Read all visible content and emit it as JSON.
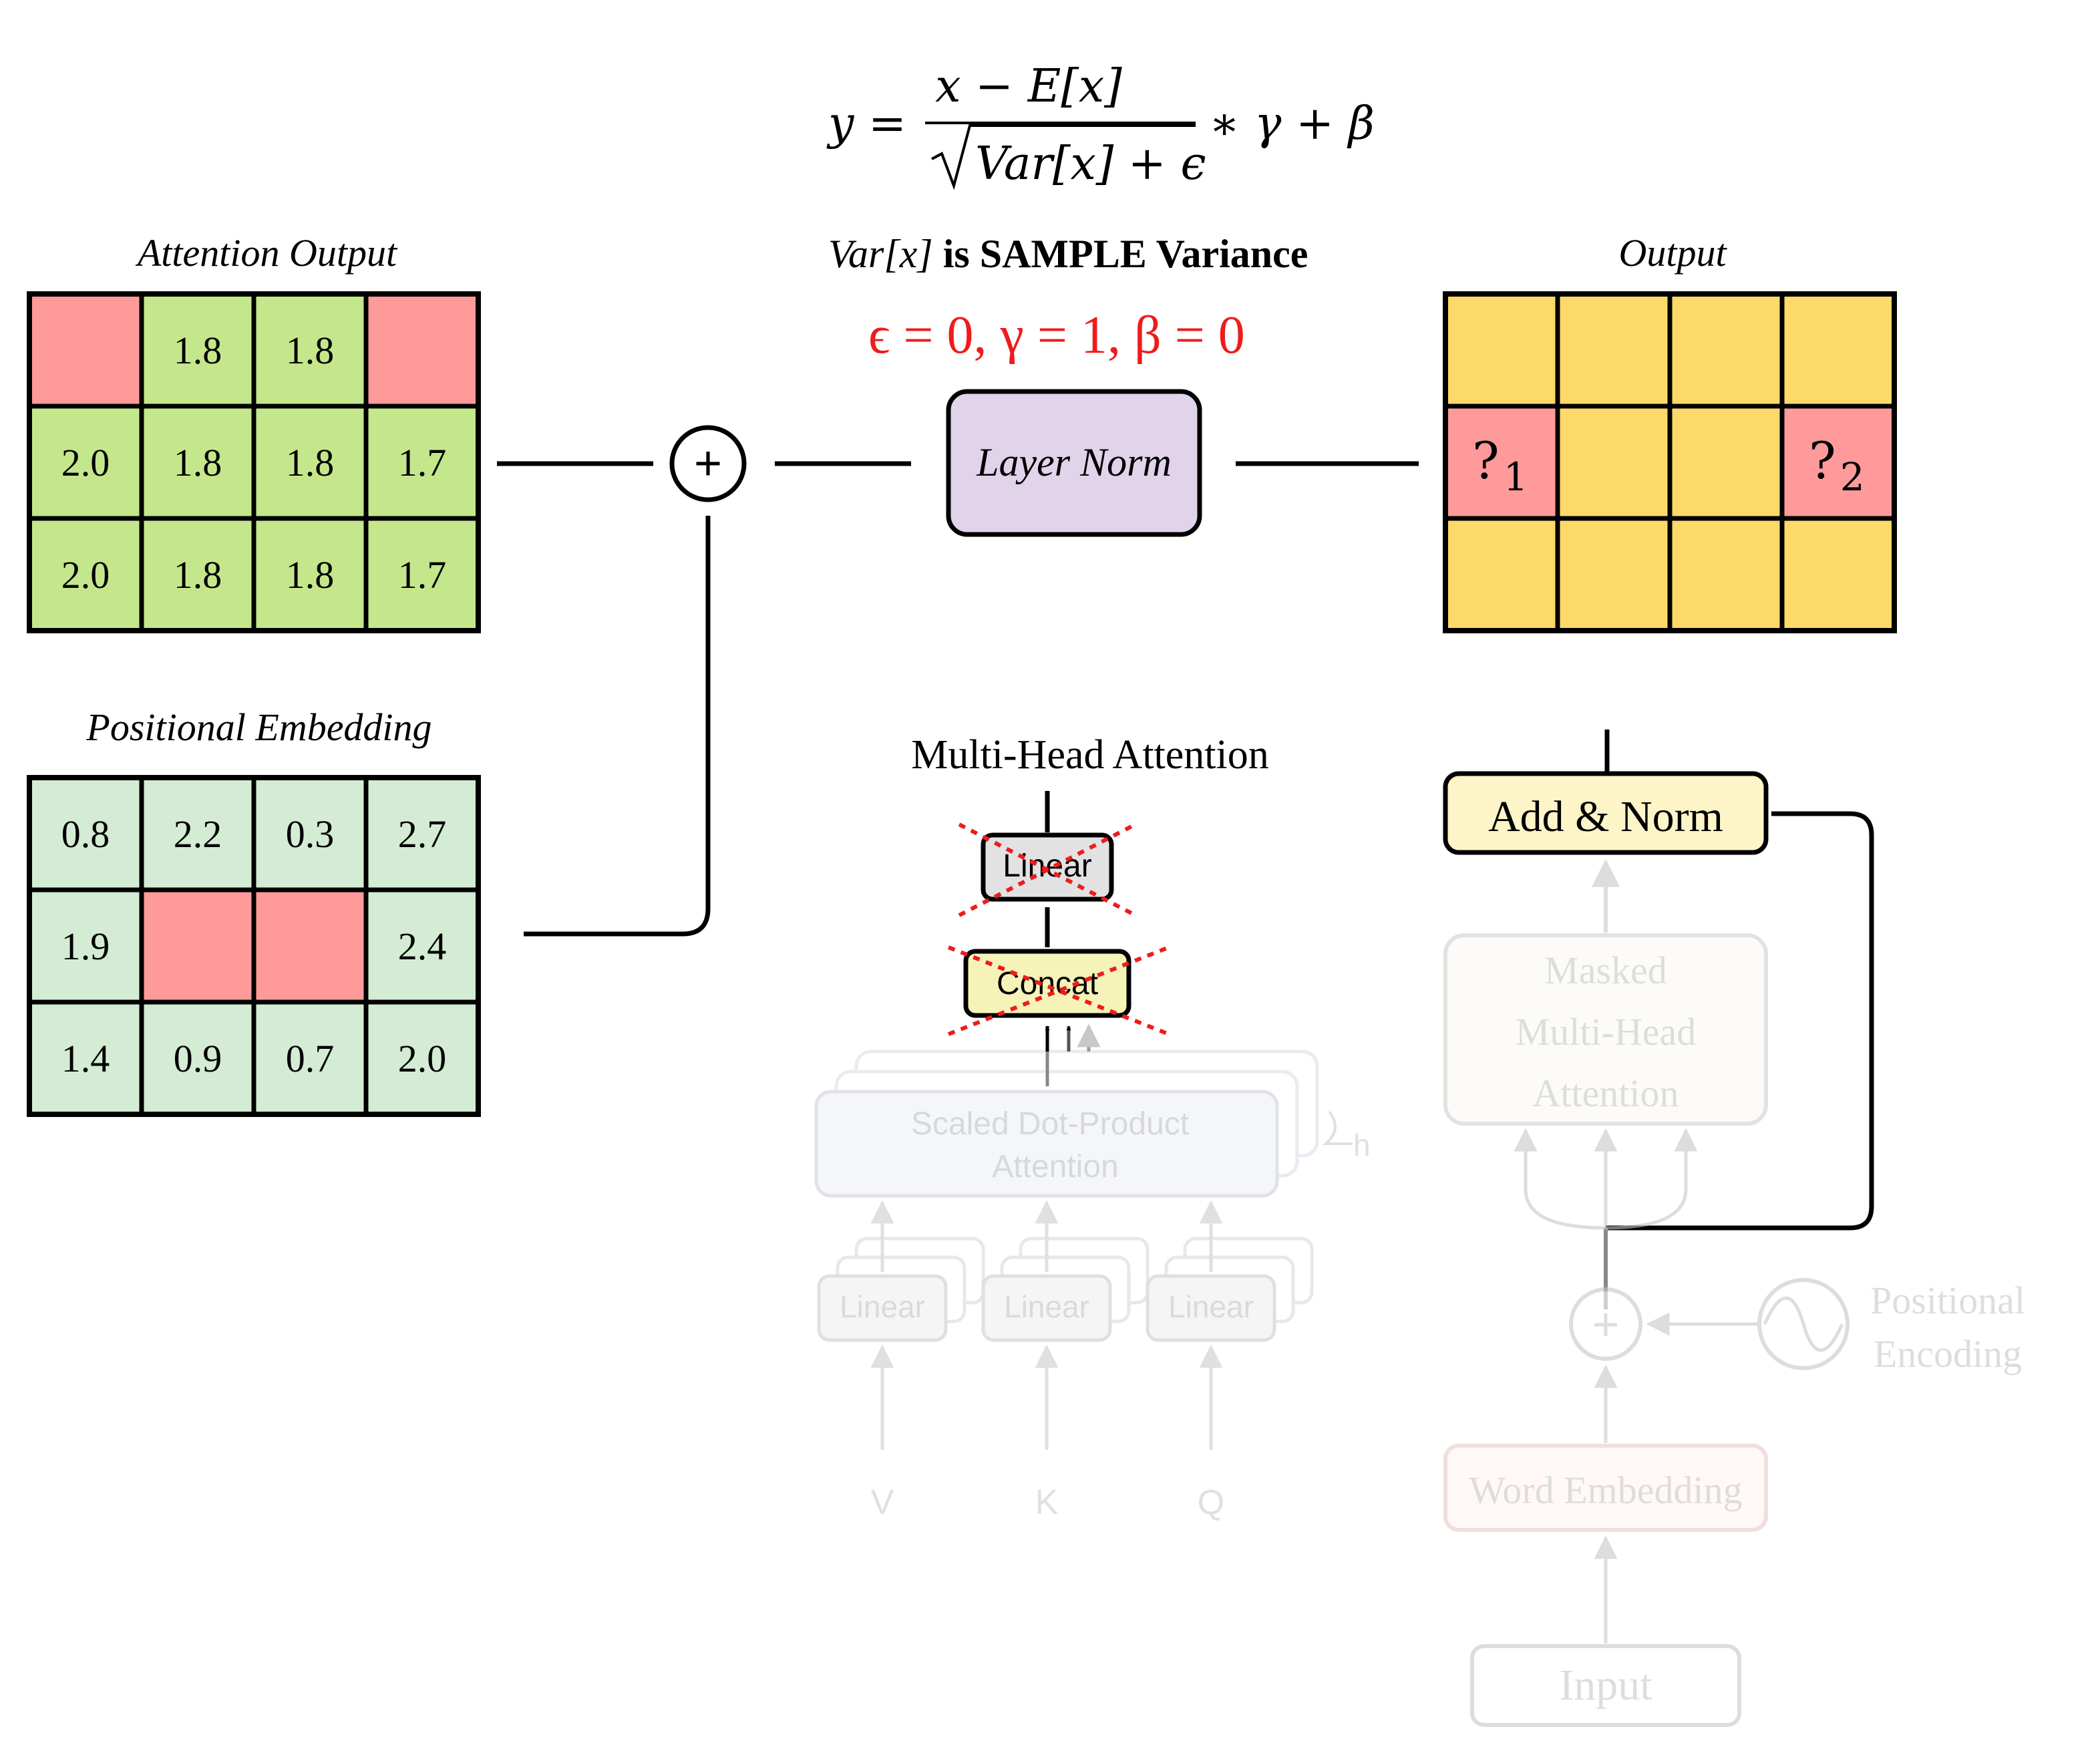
{
  "formula": {
    "y": "y",
    "eq": "=",
    "numerator": "x − E[x]",
    "denominator": "Var[x] + ϵ",
    "tail": "∗ γ + β"
  },
  "note": {
    "var_symbol": "Var[x]",
    "var_text": " is SAMPLE Variance",
    "params": "ϵ = 0, γ = 1, β = 0"
  },
  "attention_output": {
    "title": "Attention Output",
    "cells": [
      [
        "",
        "1.8",
        "1.8",
        ""
      ],
      [
        "2.0",
        "1.8",
        "1.8",
        "1.7"
      ],
      [
        "2.0",
        "1.8",
        "1.8",
        "1.7"
      ]
    ],
    "missing": [
      [
        0,
        0
      ],
      [
        0,
        3
      ]
    ]
  },
  "positional_embedding": {
    "title": "Positional Embedding",
    "cells": [
      [
        "0.8",
        "2.2",
        "0.3",
        "2.7"
      ],
      [
        "1.9",
        "",
        "",
        "2.4"
      ],
      [
        "1.4",
        "0.9",
        "0.7",
        "2.0"
      ]
    ],
    "missing": [
      [
        1,
        1
      ],
      [
        1,
        2
      ]
    ]
  },
  "output": {
    "title": "Output",
    "unknowns": [
      {
        "row": 1,
        "col": 0,
        "mark": "?",
        "sub": "1"
      },
      {
        "row": 1,
        "col": 3,
        "mark": "?",
        "sub": "2"
      }
    ]
  },
  "plus_symbol": "+",
  "layer_norm": {
    "label": "Layer Norm"
  },
  "mha": {
    "title": "Multi-Head Attention",
    "linear": "Linear",
    "concat": "Concat",
    "sdpa_line1": "Scaled Dot-Product",
    "sdpa_line2": "Attention",
    "h": "h",
    "linear_boxes": [
      "Linear",
      "Linear",
      "Linear"
    ],
    "inputs": [
      "V",
      "K",
      "Q"
    ]
  },
  "decoder": {
    "add_norm": "Add & Norm",
    "masked_line1": "Masked",
    "masked_line2": "Multi-Head",
    "masked_line3": "Attention",
    "pos_enc_line1": "Positional",
    "pos_enc_line2": "Encoding",
    "word_embedding": "Word Embedding",
    "input": "Input"
  },
  "colors": {
    "missing": "#fe9a9a",
    "attention_cell": "#c5e78c",
    "positional_cell": "#d4ebd4",
    "output_cell": "#fdd96a",
    "layer_norm_fill": "#e0d3ea",
    "add_norm_fill": "#fdf5c8",
    "concat_fill": "#f6f3b8",
    "linear_fill": "#e2e2e2",
    "red": "#ee1c1c",
    "faded_gray": "#c8c8c8",
    "faded_pink": "#f2c9c8",
    "faded_blue": "#d9dbe5",
    "word_emb_fill": "#fff4f3"
  }
}
